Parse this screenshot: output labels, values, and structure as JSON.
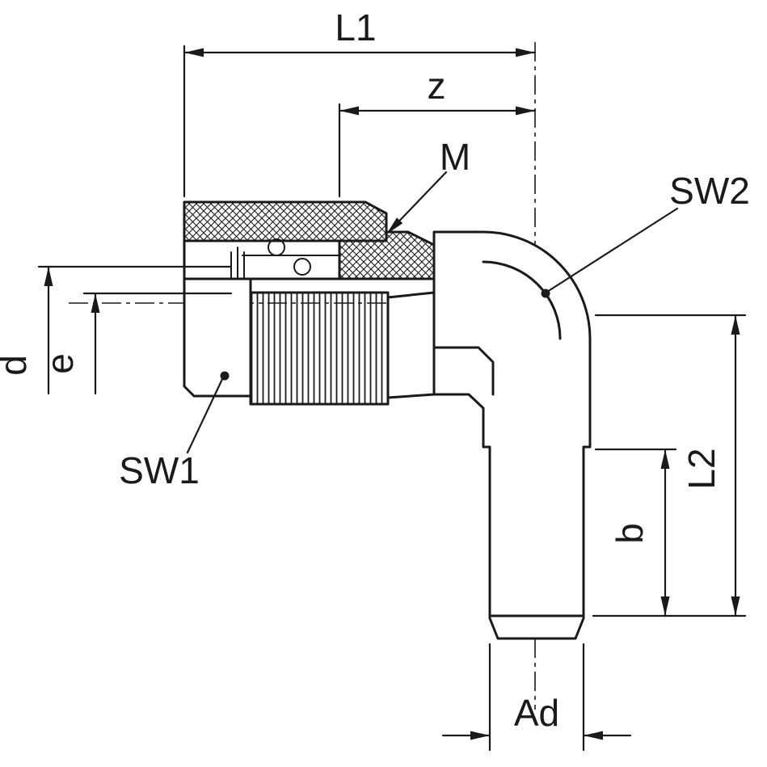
{
  "diagram": {
    "type": "technical-drawing",
    "subject": "90-degree elbow fitting, dimensioned outline drawing",
    "background_color": "#ffffff",
    "line_color": "#1a1a1a",
    "labels": {
      "l1": "L1",
      "z": "z",
      "m": "M",
      "sw2": "SW2",
      "d": "d",
      "e": "e",
      "sw1": "SW1",
      "l2": "L2",
      "b": "b",
      "ad": "Ad"
    }
  }
}
